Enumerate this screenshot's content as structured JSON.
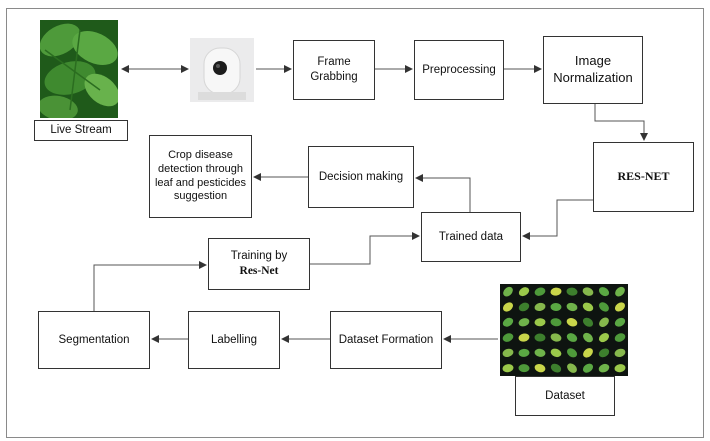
{
  "nodes": {
    "live_stream": "Live Stream",
    "frame_grabbing": "Frame Grabbing",
    "preprocessing": "Preprocessing",
    "image_normalization": "Image Normalization",
    "res_net": "RES-NET",
    "trained_data": "Trained data",
    "decision_making": "Decision making",
    "crop_disease": "Crop disease detection through leaf and pesticides suggestion",
    "training_by": "Training by",
    "training_res_net": "Res-Net",
    "segmentation": "Segmentation",
    "labelling": "Labelling",
    "dataset_formation": "Dataset Formation",
    "dataset": "Dataset"
  },
  "colors": {
    "leaf_dark": "#1f5a1a",
    "leaf_light": "#4e9a3a",
    "camera_bg": "#e9e9ea",
    "grid_bg": "#0e1410"
  }
}
